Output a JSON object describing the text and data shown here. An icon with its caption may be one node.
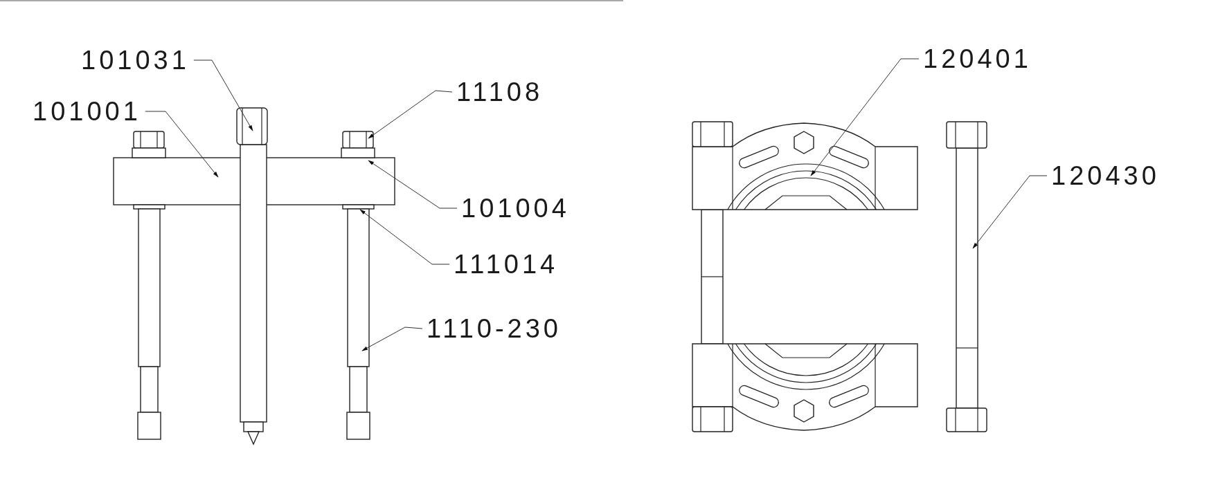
{
  "diagram": {
    "nodes": [
      {
        "text": [
          "101031"
        ]
      },
      {
        "text": [
          "101001"
        ]
      },
      {
        "text": [
          "11108"
        ]
      },
      {
        "text": [
          "101004"
        ]
      },
      {
        "text": [
          "111014"
        ]
      },
      {
        "text": [
          "1110-230"
        ]
      },
      {
        "text": [
          "120401"
        ]
      },
      {
        "text": [
          "120430"
        ]
      }
    ],
    "edges": [
      {
        "from": 0,
        "to": null,
        "arrow": "to"
      },
      {
        "from": 1,
        "to": null,
        "arrow": "to"
      },
      {
        "from": 2,
        "to": null,
        "arrow": "to"
      },
      {
        "from": 3,
        "to": null,
        "arrow": "to"
      },
      {
        "from": 4,
        "to": null,
        "arrow": "to"
      },
      {
        "from": 5,
        "to": null,
        "arrow": "to"
      },
      {
        "from": 6,
        "to": null,
        "arrow": "to"
      },
      {
        "from": 7,
        "to": null,
        "arrow": "to"
      }
    ]
  }
}
